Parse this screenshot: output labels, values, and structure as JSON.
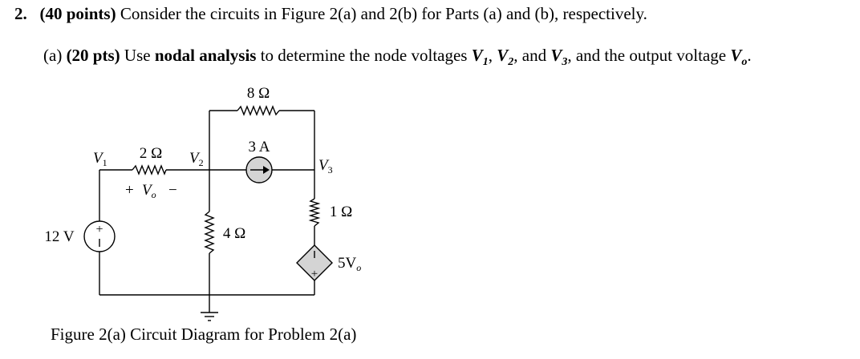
{
  "question": {
    "number": "2.",
    "points": "(40 points)",
    "text": "Consider the circuits in Figure 2(a) and 2(b) for Parts (a) and (b), respectively."
  },
  "part_a": {
    "label": "(a)",
    "points": "(20 pts)",
    "text_1": "Use",
    "method": "nodal analysis",
    "text_2": "to determine the node voltages",
    "v1": "V",
    "v1_sub": "1",
    "sep1": ",",
    "v2": "V",
    "v2_sub": "2",
    "sep2": ", and",
    "v3": "V",
    "v3_sub": "3",
    "sep3": ", and the output voltage",
    "vo": "V",
    "vo_sub": "o",
    "end": "."
  },
  "circuit": {
    "r_top": "8 Ω",
    "r_2ohm": "2 Ω",
    "r_4ohm": "4 Ω",
    "r_1ohm": "1 Ω",
    "current_source": "3 A",
    "voltage_source": "12 V",
    "node_v1": "V",
    "node_v1_sub": "1",
    "node_v2": "V",
    "node_v2_sub": "2",
    "node_v3": "V",
    "node_v3_sub": "3",
    "vo_plus": "+",
    "vo_label": "V",
    "vo_sub": "o",
    "vo_minus": "−",
    "dep_source_label": "5V",
    "dep_source_sub": "o",
    "src_plus": "+",
    "dep_plus": "+",
    "dep_minus": "−"
  },
  "caption": "Figure 2(a) Circuit Diagram for Problem 2(a)"
}
